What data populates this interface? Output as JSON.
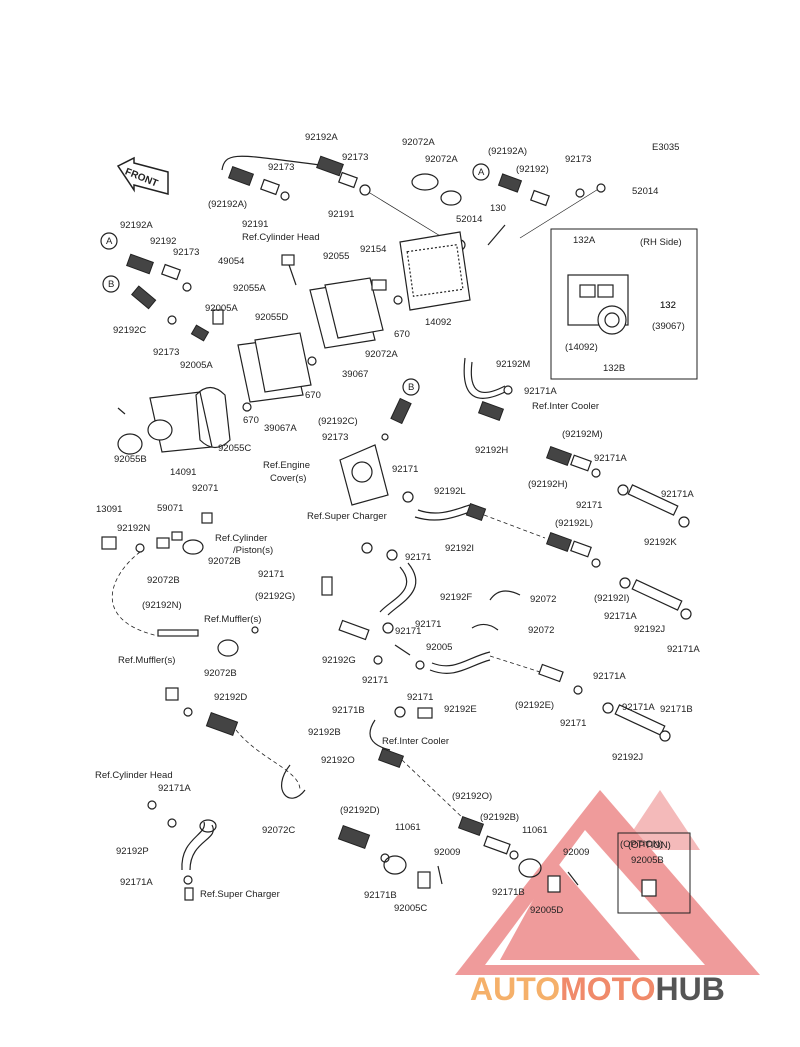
{
  "diagram": {
    "code": "E3035",
    "front_label": "FRONT",
    "inset_title": "(RH Side)",
    "option_label": "(OPTION)",
    "watermark": {
      "brand_part1": "AUTO",
      "brand_part2": "MOTO",
      "brand_part3": "HUB"
    },
    "labels": [
      "92192A",
      "92173",
      "92191",
      "92072A",
      "92072A",
      "(92192A)",
      "(92192)",
      "92173",
      "52014",
      "(92192A)",
      "92191",
      "Ref.Cylinder Head",
      "92173",
      "52014",
      "130",
      "132A",
      "A",
      "A",
      "92192A",
      "92192",
      "92173",
      "49054",
      "92055",
      "92154",
      "B",
      "92055A",
      "92005A",
      "92055D",
      "670",
      "14092",
      "92192C",
      "92173",
      "92005A",
      "92072A",
      "670",
      "39067",
      "132",
      "(14092)",
      "132",
      "(39067)",
      "132B",
      "92192M",
      "92171A",
      "Ref.Inter Cooler",
      "B",
      "92055B",
      "14091",
      "92055C",
      "39067A",
      "670",
      "(92192C)",
      "92173",
      "92192H",
      "(92192M)",
      "92171A",
      "Ref.Engine",
      "Cover(s)",
      "92171",
      "92071",
      "59071",
      "13091",
      "92192N",
      "92072B",
      "92072B",
      "(92192H)",
      "92171",
      "92171A",
      "92192L",
      "Ref.Super Charger",
      "Ref.Cylinder",
      "/Piston(s)",
      "92192K",
      "92192I",
      "(92192L)",
      "92171",
      "92171",
      "(92192I)",
      "(92192G)",
      "92192F",
      "92072",
      "92171",
      "92171A",
      "(92192N)",
      "Ref.Muffler(s)",
      "92171",
      "92005",
      "92072",
      "92192J",
      "92171A",
      "Ref.Muffler(s)",
      "92192G",
      "92072B",
      "92171",
      "92171A",
      "92192D",
      "92171",
      "(92192E)",
      "92192E",
      "92171B",
      "92171",
      "92171A",
      "92171B",
      "92192B",
      "Ref.Inter Cooler",
      "92192J",
      "92192O",
      "Ref.Cylinder Head",
      "92171A",
      "92072C",
      "(92192D)",
      "(92192O)",
      "11061",
      "(92192B)",
      "11061",
      "92192P",
      "92009",
      "92009",
      "(OPTION)",
      "92005B",
      "92171A",
      "Ref.Super Charger",
      "92171B",
      "92005C",
      "92171B",
      "92005D"
    ]
  }
}
